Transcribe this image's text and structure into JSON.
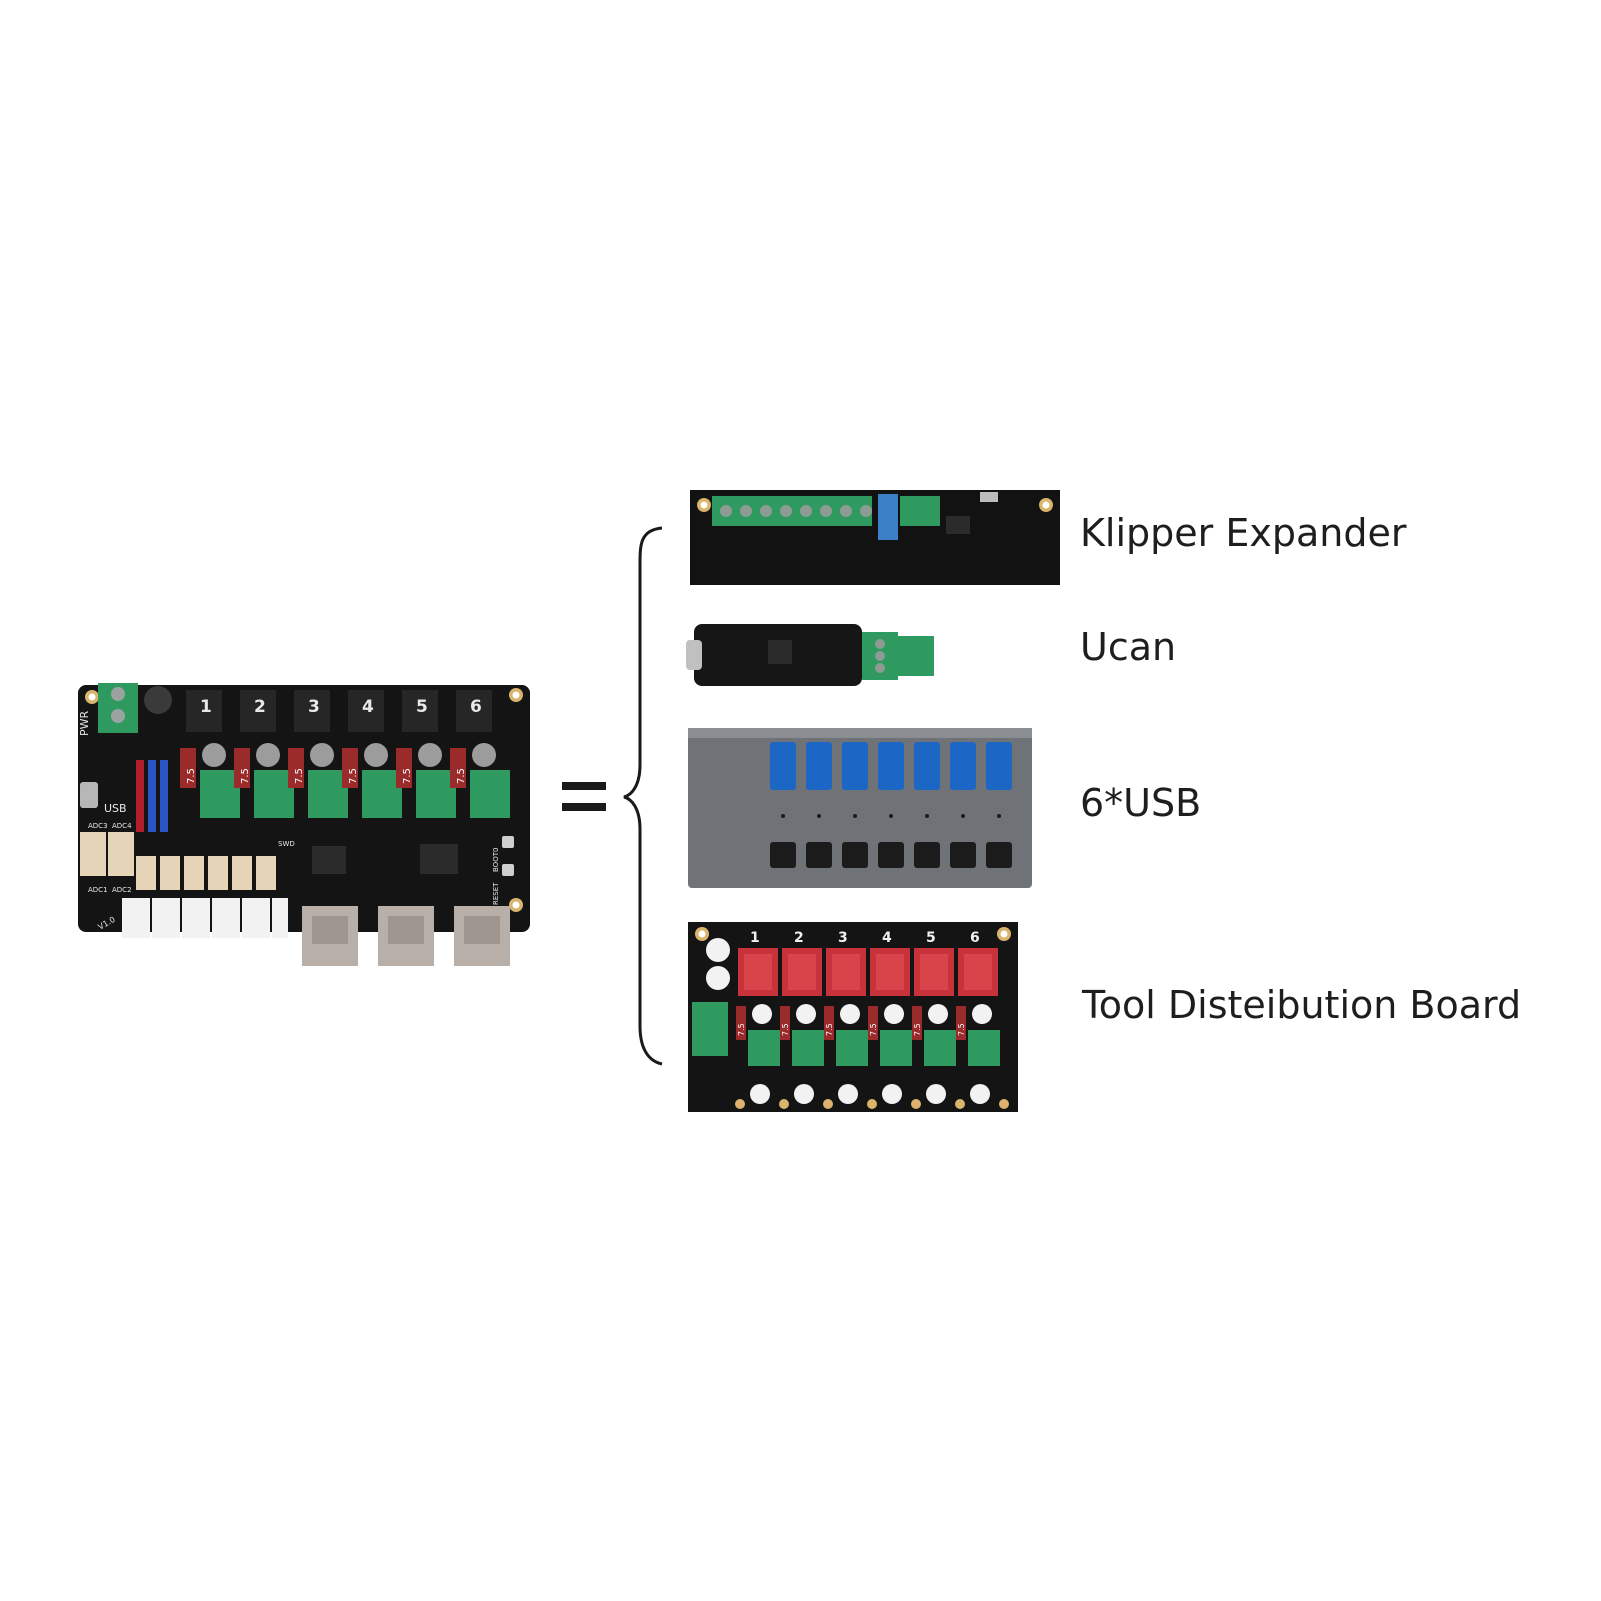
{
  "main_board": {
    "channel_numbers": [
      "1",
      "2",
      "3",
      "4",
      "5",
      "6"
    ],
    "fuse_rating": "7.5",
    "port_labels": [
      "PWR",
      "USB",
      "ADC3",
      "ADC4",
      "ADC1",
      "ADC2",
      "SWD",
      "BOOT0",
      "RESET",
      "V1.0"
    ]
  },
  "equals_sign": "=",
  "components": [
    {
      "name": "Klipper Expander"
    },
    {
      "name": "Ucan"
    },
    {
      "name": "6*USB"
    },
    {
      "name": "Tool Disteibution Board"
    }
  ],
  "distribution_board": {
    "channel_numbers": [
      "1",
      "2",
      "3",
      "4",
      "5",
      "6"
    ],
    "fuse_rating": "7.5"
  },
  "colors": {
    "pcb": "#141414",
    "terminal_green": "#2f9a5f",
    "fuse_red": "#9b2a2a",
    "switch_red": "#c8323a",
    "hub_grey": "#6f7276",
    "usb_blue": "#1c66c6"
  }
}
